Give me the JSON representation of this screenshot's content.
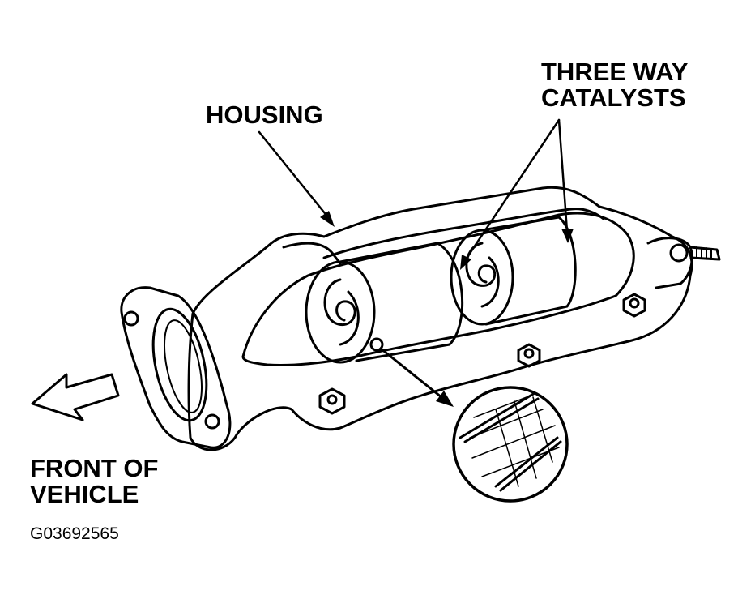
{
  "labels": {
    "housing": "HOUSING",
    "three_way_line1": "THREE WAY",
    "three_way_line2": "CATALYSTS",
    "front_line1": "FRONT OF",
    "front_line2": "VEHICLE",
    "figure_id": "G03692565"
  },
  "colors": {
    "ink": "#000000",
    "paper": "#ffffff"
  }
}
